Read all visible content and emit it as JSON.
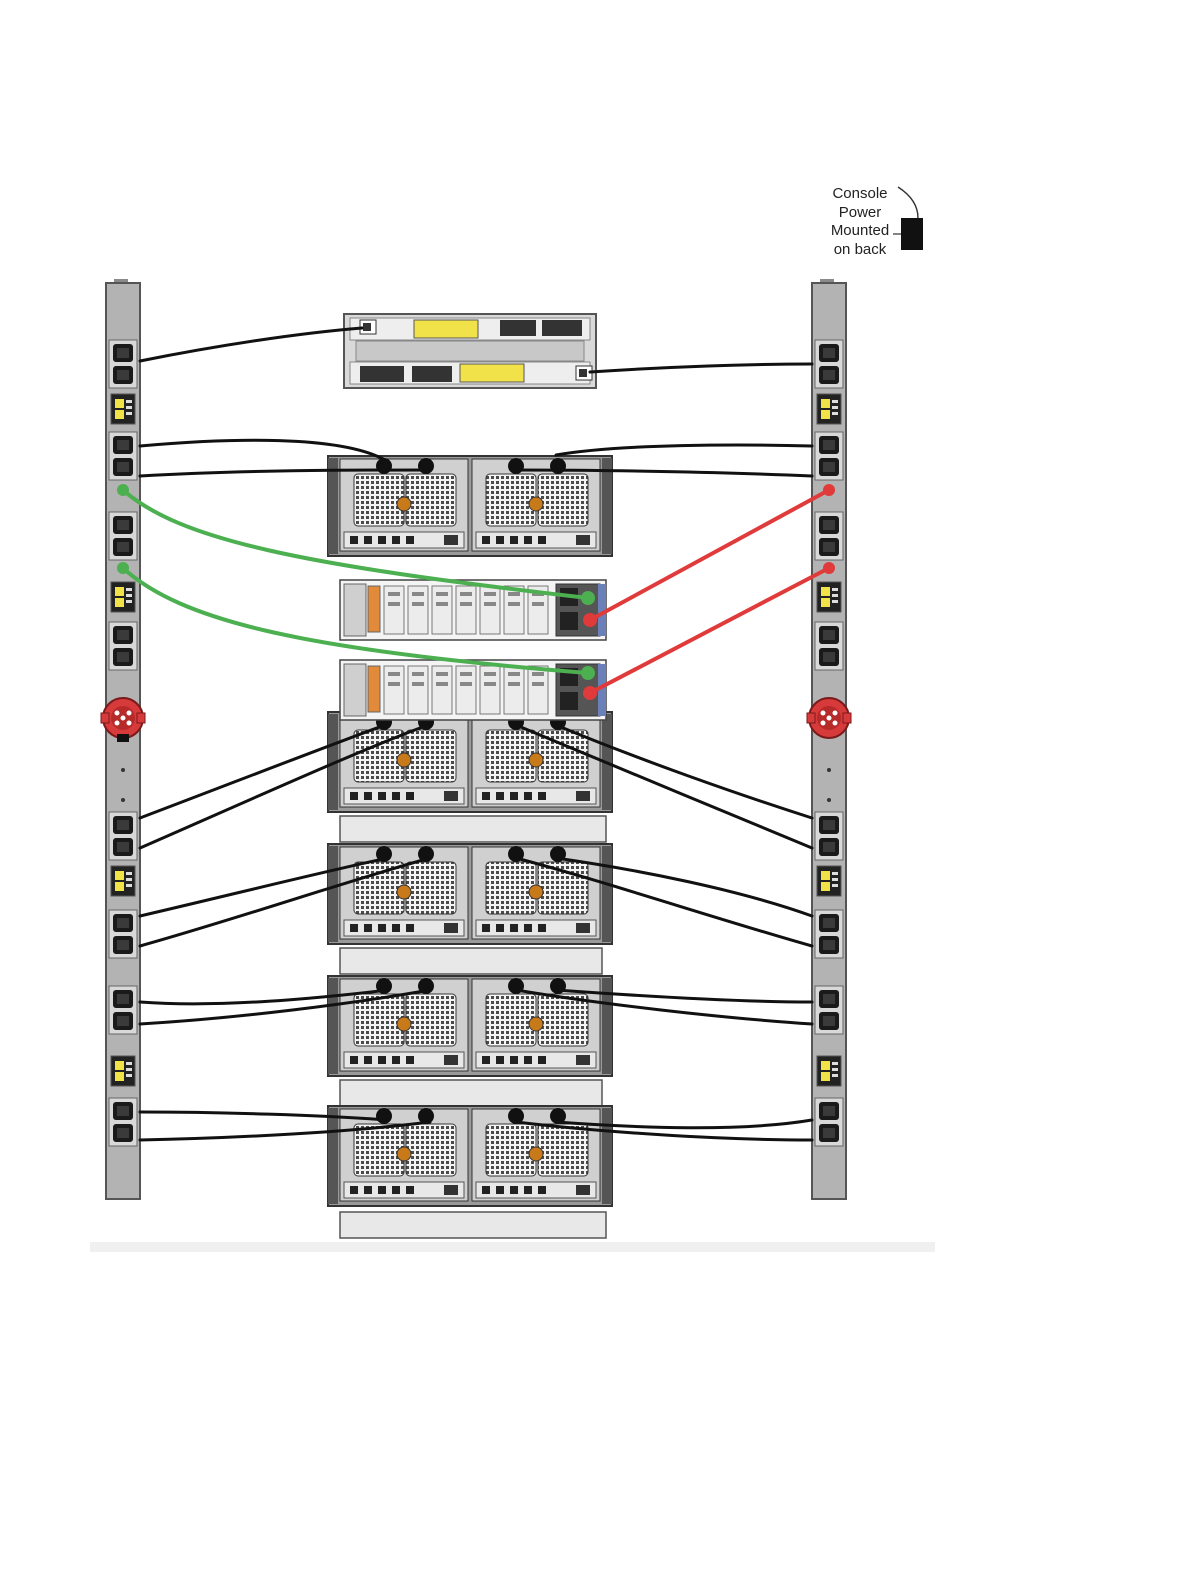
{
  "callout": {
    "lines": [
      "Console",
      "Power",
      "Mounted",
      "on back"
    ]
  },
  "colors": {
    "pdu_body": "#b3b3b3",
    "pdu_outline": "#555555",
    "outlet": "#1a1a1a",
    "breaker": "#f2e24a",
    "power_inlet": "#d63a3a",
    "cable_black": "#111111",
    "cable_green": "#4caf50",
    "cable_red": "#e03a3a",
    "chassis_frame": "#9a9a9a",
    "fan_grill": "#4a4a4a",
    "fan_hub": "#c87a1a",
    "filler_panel": "#e8e8e8",
    "controller_card": "#ececec",
    "controller_accent": "#e08a3a",
    "switch_tag": "#f2e24a"
  },
  "components": {
    "pdus": [
      "left-pdu",
      "right-pdu"
    ],
    "top_switch": "network-switch",
    "drive_enclosures": 5,
    "controllers": 2,
    "filler_panels": 4
  }
}
